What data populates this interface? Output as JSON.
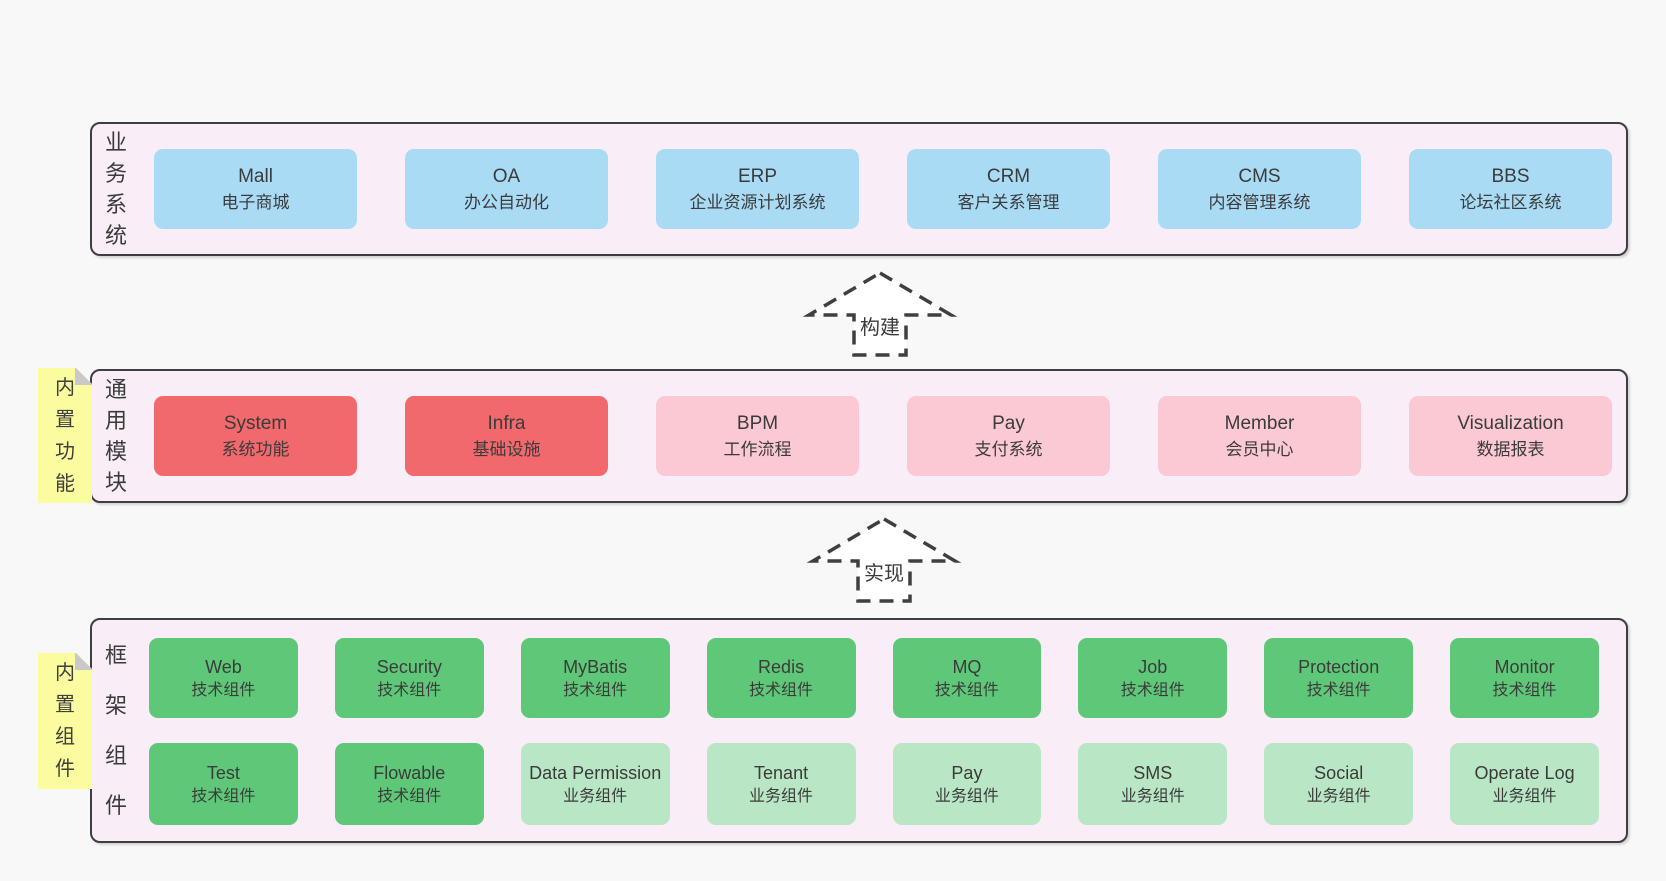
{
  "sections": {
    "business": {
      "label": "业务系统",
      "boxes": [
        {
          "title": "Mall",
          "subtitle": "电子商城",
          "variant": "blue"
        },
        {
          "title": "OA",
          "subtitle": "办公自动化",
          "variant": "blue"
        },
        {
          "title": "ERP",
          "subtitle": "企业资源计划系统",
          "variant": "blue"
        },
        {
          "title": "CRM",
          "subtitle": "客户关系管理",
          "variant": "blue"
        },
        {
          "title": "CMS",
          "subtitle": "内容管理系统",
          "variant": "blue"
        },
        {
          "title": "BBS",
          "subtitle": "论坛社区系统",
          "variant": "blue"
        }
      ]
    },
    "modules": {
      "label": "通用模块",
      "note": "内置功能",
      "boxes": [
        {
          "title": "System",
          "subtitle": "系统功能",
          "variant": "red"
        },
        {
          "title": "Infra",
          "subtitle": "基础设施",
          "variant": "red"
        },
        {
          "title": "BPM",
          "subtitle": "工作流程",
          "variant": "pink"
        },
        {
          "title": "Pay",
          "subtitle": "支付系统",
          "variant": "pink"
        },
        {
          "title": "Member",
          "subtitle": "会员中心",
          "variant": "pink"
        },
        {
          "title": "Visualization",
          "subtitle": "数据报表",
          "variant": "pink"
        }
      ]
    },
    "framework": {
      "label": "框架组件",
      "note": "内置组件",
      "row1": [
        {
          "title": "Web",
          "subtitle": "技术组件",
          "variant": "green"
        },
        {
          "title": "Security",
          "subtitle": "技术组件",
          "variant": "green"
        },
        {
          "title": "MyBatis",
          "subtitle": "技术组件",
          "variant": "green"
        },
        {
          "title": "Redis",
          "subtitle": "技术组件",
          "variant": "green"
        },
        {
          "title": "MQ",
          "subtitle": "技术组件",
          "variant": "green"
        },
        {
          "title": "Job",
          "subtitle": "技术组件",
          "variant": "green"
        },
        {
          "title": "Protection",
          "subtitle": "技术组件",
          "variant": "green"
        },
        {
          "title": "Monitor",
          "subtitle": "技术组件",
          "variant": "green"
        }
      ],
      "row2": [
        {
          "title": "Test",
          "subtitle": "技术组件",
          "variant": "green"
        },
        {
          "title": "Flowable",
          "subtitle": "技术组件",
          "variant": "green"
        },
        {
          "title": "Data Permission",
          "subtitle": "业务组件",
          "variant": "lgreen"
        },
        {
          "title": "Tenant",
          "subtitle": "业务组件",
          "variant": "lgreen"
        },
        {
          "title": "Pay",
          "subtitle": "业务组件",
          "variant": "lgreen"
        },
        {
          "title": "SMS",
          "subtitle": "业务组件",
          "variant": "lgreen"
        },
        {
          "title": "Social",
          "subtitle": "业务组件",
          "variant": "lgreen"
        },
        {
          "title": "Operate Log",
          "subtitle": "业务组件",
          "variant": "lgreen"
        }
      ]
    }
  },
  "arrows": {
    "build": "构建",
    "implement": "实现"
  },
  "colors": {
    "page_bg": "#f8f8f8",
    "panel_bg": "#f9eef8",
    "panel_border": "#3e3e3e",
    "blue": "#a9dbf5",
    "red": "#f1696c",
    "pink": "#fbc9d4",
    "green": "#5fc878",
    "light_green": "#b9e6c4",
    "note_yellow": "#fbfb9f",
    "text": "#3b3b3b"
  }
}
